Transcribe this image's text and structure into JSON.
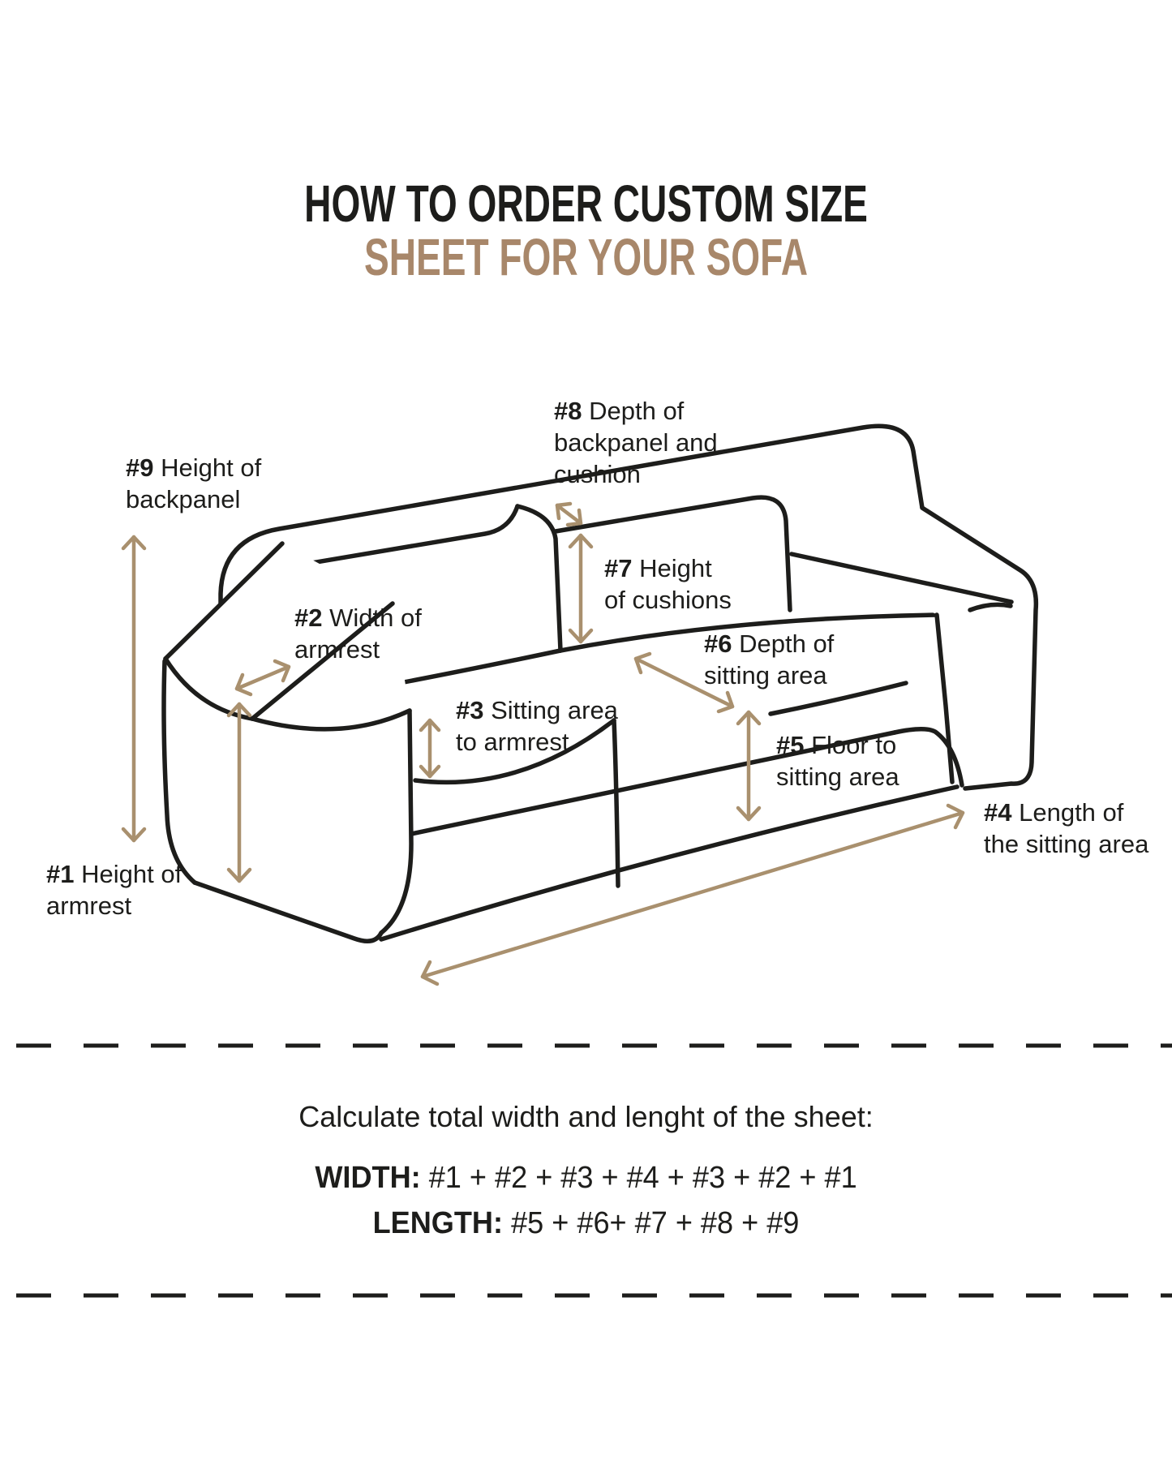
{
  "page": {
    "background": "#ffffff",
    "ink_color": "#1d1d1b",
    "accent_color": "#a8876a",
    "arrow_color": "#a9906e"
  },
  "title": {
    "line1": "HOW TO ORDER CUSTOM SIZE",
    "line2": "SHEET FOR YOUR SOFA"
  },
  "diagram": {
    "labels": [
      {
        "num": "#1",
        "text": "Height of",
        "line2": "armrest"
      },
      {
        "num": "#2",
        "text": "Width of",
        "line2": "armrest"
      },
      {
        "num": "#3",
        "text": "Sitting area",
        "line2": "to armrest"
      },
      {
        "num": "#4",
        "text": "Length of",
        "line2": "the sitting area"
      },
      {
        "num": "#5",
        "text": "Floor to",
        "line2": "sitting area"
      },
      {
        "num": "#6",
        "text": "Depth of",
        "line2": "sitting area"
      },
      {
        "num": "#7",
        "text": "Height",
        "line2": "of cushions"
      },
      {
        "num": "#8",
        "text": "Depth of",
        "line2": "backpanel and",
        "line3": "cushion"
      },
      {
        "num": "#9",
        "text": "Height of",
        "line2": "backpanel"
      }
    ]
  },
  "calc": {
    "heading": "Calculate total width and lenght of the sheet:",
    "width_label": "WIDTH:",
    "width_formula": "#1 + #2 + #3 + #4 + #3 + #2 + #1",
    "length_label": "LENGTH:",
    "length_formula": "#5 + #6+ #7 + #8 + #9"
  }
}
